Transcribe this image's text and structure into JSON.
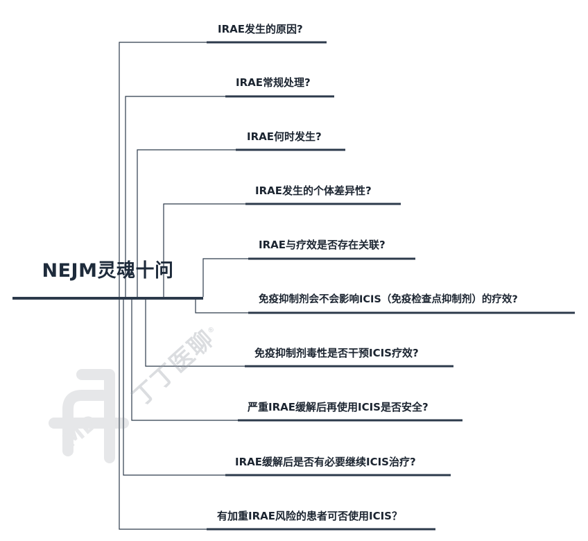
{
  "root": {
    "title": "NEJM灵魂十问"
  },
  "questions": [
    "IRAE发生的原因?",
    "IRAE常规处理?",
    "IRAE何时发生?",
    "IRAE发生的个体差异性?",
    "IRAE与疗效是否存在关联?",
    "免疫抑制剂会不会影响ICIS（免疫检查点抑制剂）的疗效?",
    "免疫抑制剂毒性是否干预ICIS疗效?",
    "严重IRAE缓解后再使用ICIS是否安全?",
    "IRAE缓解后是否有必要继续ICIS治疗?",
    "有加重IRAE风险的患者可否使用ICIS？"
  ],
  "watermark": {
    "text": "丁丁医聊",
    "logo": "MD",
    "registered": "®"
  },
  "colors": {
    "line": "#2c3a4b",
    "root_bar": "#2c3a4b",
    "text": "#1b2430"
  }
}
